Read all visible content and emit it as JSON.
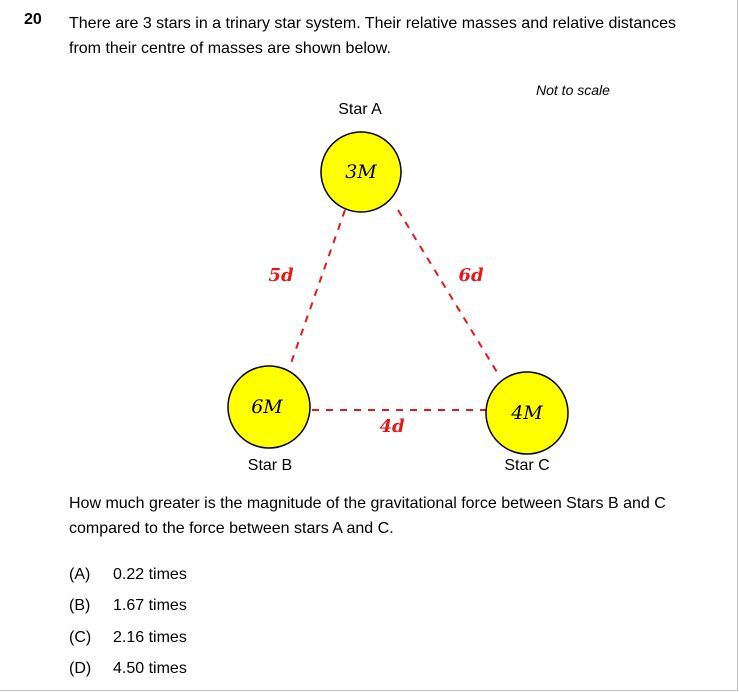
{
  "question": {
    "number": "20",
    "stem": "There are 3 stars in a trinary star system. Their relative masses and relative distances from their centre of masses are shown below.",
    "prompt": "How much greater is the magnitude of the gravitational force between Stars B and C compared to the force between stars A and C."
  },
  "diagram": {
    "note": "Not to scale",
    "stars": {
      "a": {
        "label": "Star A",
        "mass": "3M"
      },
      "b": {
        "label": "Star B",
        "mass": "6M"
      },
      "c": {
        "label": "Star C",
        "mass": "4M"
      }
    },
    "distances": {
      "ab": "5d",
      "ac": "6d",
      "bc": "4d"
    },
    "colors": {
      "star_fill": "#ffff00",
      "dash_line": "#e31a1a",
      "distance_text": "#e31a1a"
    }
  },
  "options": [
    {
      "letter": "(A)",
      "text": "0.22 times"
    },
    {
      "letter": "(B)",
      "text": "1.67 times"
    },
    {
      "letter": "(C)",
      "text": "2.16 times"
    },
    {
      "letter": "(D)",
      "text": "4.50 times"
    }
  ]
}
